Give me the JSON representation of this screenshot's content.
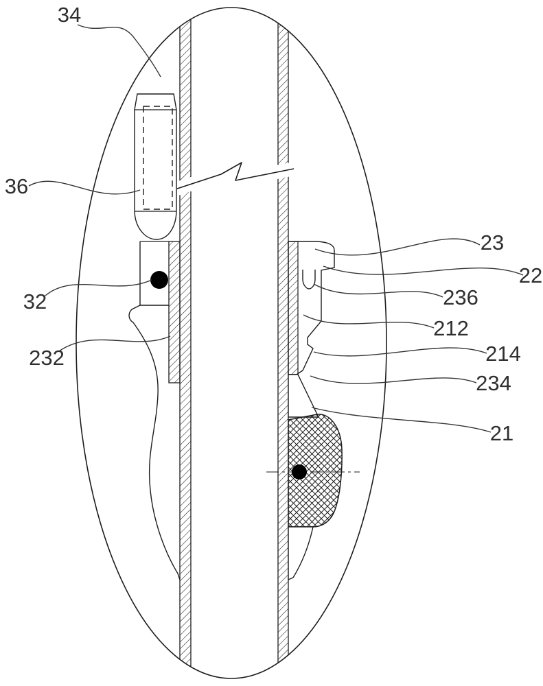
{
  "figure": {
    "colors": {
      "line": "#1c1c1c",
      "background": "#ffffff"
    },
    "labels": {
      "l34": "34",
      "l36": "36",
      "l32": "32",
      "l232": "232",
      "l23": "23",
      "l22": "22",
      "l236": "236",
      "l212": "212",
      "l214": "214",
      "l234": "234",
      "l21": "21"
    }
  }
}
